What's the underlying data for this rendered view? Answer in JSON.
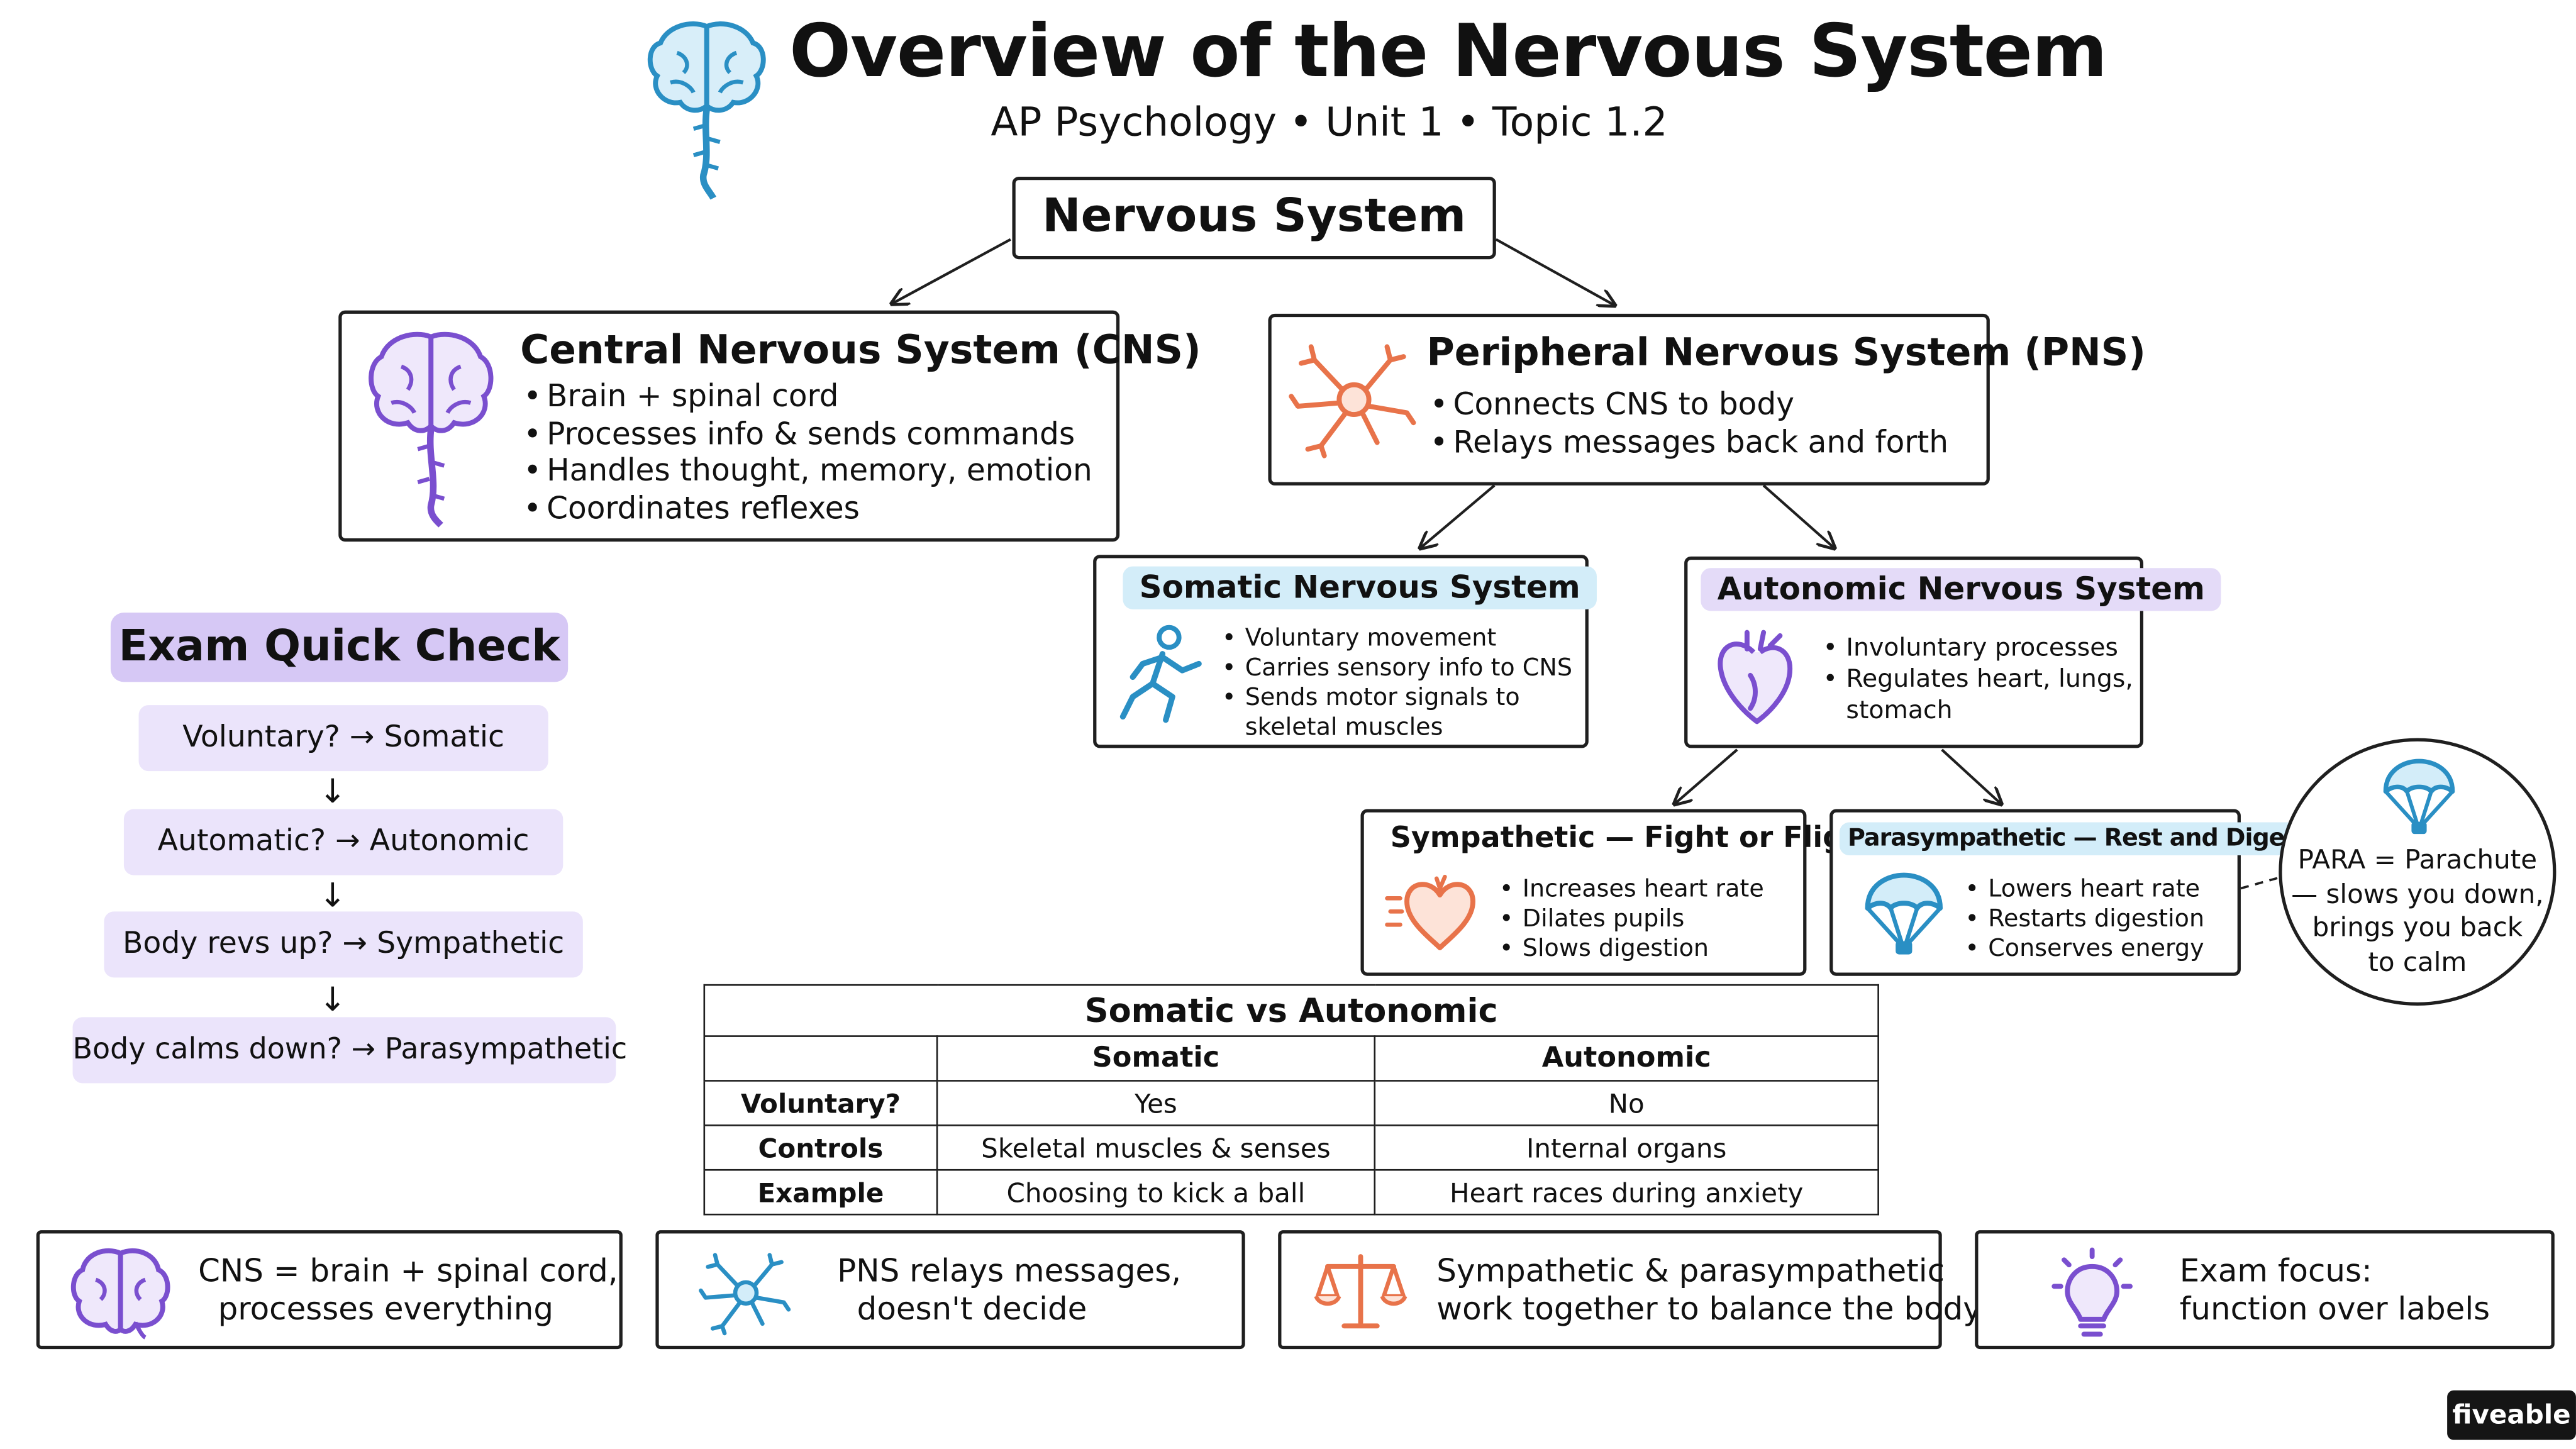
{
  "header": {
    "title": "Overview of the Nervous System",
    "subtitle": "AP Psychology • Unit 1 • Topic 1.2"
  },
  "nodes": {
    "root": "Nervous System",
    "cns": {
      "title": "Central Nervous System (CNS)",
      "bullets": [
        "Brain + spinal cord",
        "Processes info & sends commands",
        "Handles thought, memory, emotion",
        "Coordinates reflexes"
      ]
    },
    "pns": {
      "title": "Peripheral Nervous System (PNS)",
      "bullets": [
        "Connects CNS to body",
        "Relays messages back and forth"
      ]
    },
    "somatic": {
      "title": "Somatic Nervous System",
      "bullets": [
        "Voluntary movement",
        "Carries sensory info to CNS",
        "Sends motor signals to",
        "skeletal muscles"
      ]
    },
    "autonomic": {
      "title": "Autonomic Nervous System",
      "bullets": [
        "Involuntary processes",
        "Regulates heart, lungs,",
        "stomach"
      ]
    },
    "sympathetic": {
      "title": "Sympathetic — Fight or Flight",
      "bullets": [
        "Increases heart rate",
        "Dilates pupils",
        "Slows digestion"
      ]
    },
    "parasympathetic": {
      "title": "Parasympathetic — Rest and Digest",
      "bullets": [
        "Lowers heart rate",
        "Restarts digestion",
        "Conserves energy"
      ]
    }
  },
  "mnemonic": {
    "lines": [
      "PARA = Parachute",
      "— slows you down,",
      "brings you back",
      "to calm"
    ]
  },
  "quick_check": {
    "title": "Exam Quick Check",
    "items": [
      "Voluntary? → Somatic",
      "Automatic? → Autonomic",
      "Body revs up? → Sympathetic",
      "Body calms down? → Parasympathetic"
    ],
    "arrow": "↓"
  },
  "comparison": {
    "title": "Somatic vs Autonomic",
    "columns": [
      "",
      "Somatic",
      "Autonomic"
    ],
    "rows": [
      [
        "Voluntary?",
        "Yes",
        "No"
      ],
      [
        "Controls",
        "Skeletal muscles & senses",
        "Internal organs"
      ],
      [
        "Example",
        "Choosing to kick a ball",
        "Heart races during anxiety"
      ]
    ]
  },
  "takeaways": [
    {
      "icon": "brain-icon",
      "lines": [
        "CNS = brain + spinal cord,",
        "processes everything"
      ]
    },
    {
      "icon": "neuron-icon",
      "lines": [
        "PNS relays messages,",
        "doesn't decide"
      ]
    },
    {
      "icon": "balance-scale-icon",
      "lines": [
        "Sympathetic & parasympathetic",
        "work together to balance the body"
      ]
    },
    {
      "icon": "lightbulb-icon",
      "lines": [
        "Exam focus:",
        "function over labels"
      ]
    }
  ],
  "branding": {
    "logo": "fiveable"
  },
  "colors": {
    "purple": "#7a4fcf",
    "blue": "#2a8fc4",
    "orange": "#e8734a",
    "lavender": "#d6c8f5",
    "light_blue": "#d3edf9"
  }
}
